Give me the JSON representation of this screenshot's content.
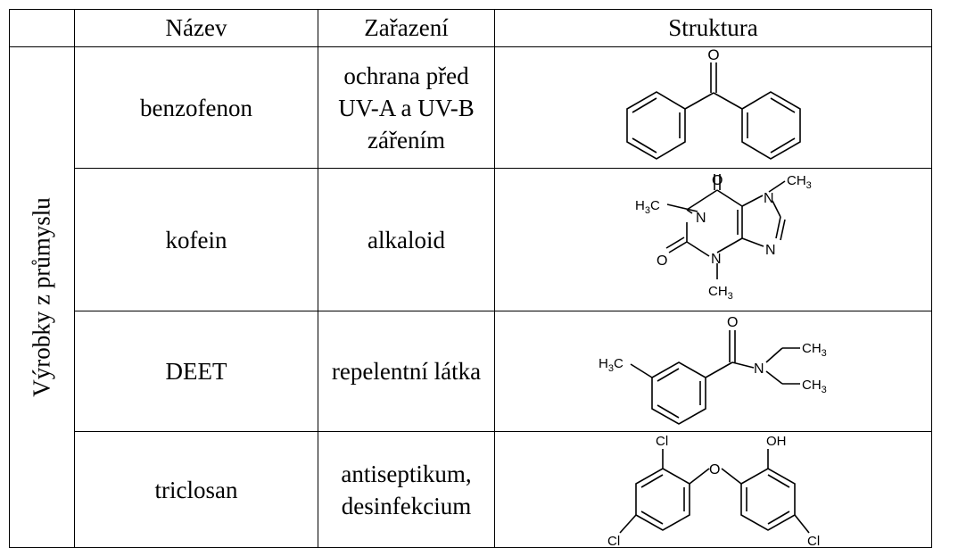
{
  "header": {
    "corner": "",
    "name": "Název",
    "class": "Zařazení",
    "structure": "Struktura"
  },
  "side_label": "Výrobky z průmyslu",
  "rows": [
    {
      "name": "benzofenon",
      "class": [
        "ochrana před",
        "UV-A a UV-B",
        "zářením"
      ],
      "atoms": {
        "o": "O"
      }
    },
    {
      "name": "kofein",
      "class": [
        "alkaloid"
      ],
      "atoms": {
        "o1": "O",
        "o2": "O",
        "n1": "N",
        "n3": "N",
        "n7": "N",
        "n9": "N",
        "me1": "H3C",
        "me3": "CH3",
        "me7": "CH3"
      }
    },
    {
      "name": "DEET",
      "class": [
        "repelentní látka"
      ],
      "atoms": {
        "o": "O",
        "n": "N",
        "me": "H3C",
        "et1": "CH3",
        "et2": "CH3"
      }
    },
    {
      "name": "triclosan",
      "class": [
        "antiseptikum,",
        "desinfekcium"
      ],
      "atoms": {
        "cl1": "Cl",
        "cl2": "Cl",
        "cl3": "Cl",
        "o": "O",
        "oh": "OH"
      }
    }
  ]
}
